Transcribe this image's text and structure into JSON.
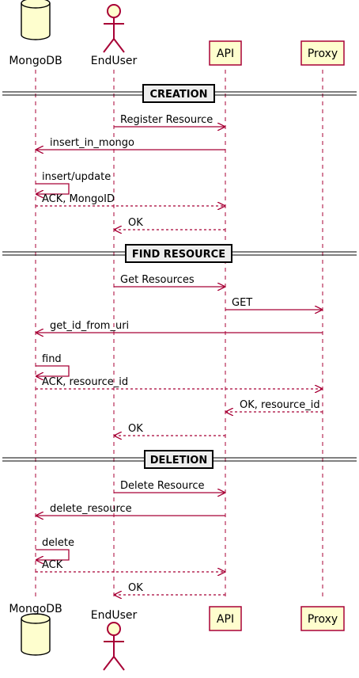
{
  "colors": {
    "arrow": "#A80036",
    "lifeline": "#A80036",
    "participant_fill": "#FEFECE",
    "participant_border": "#A80036",
    "divider_fill": "#EEEEEE",
    "divider_border": "#000000",
    "text": "#000000"
  },
  "participants": [
    {
      "id": "mongo",
      "label": "MongoDB",
      "kind": "database"
    },
    {
      "id": "user",
      "label": "EndUser",
      "kind": "actor"
    },
    {
      "id": "api",
      "label": "API",
      "kind": "box"
    },
    {
      "id": "proxy",
      "label": "Proxy",
      "kind": "box"
    }
  ],
  "sections": [
    {
      "title": "CREATION",
      "messages": [
        {
          "from": "user",
          "to": "api",
          "label": "Register Resource",
          "style": "solid"
        },
        {
          "from": "api",
          "to": "mongo",
          "label": "insert_in_mongo",
          "style": "solid"
        },
        {
          "from": "mongo",
          "to": "mongo",
          "label": "insert/update",
          "style": "solid"
        },
        {
          "from": "mongo",
          "to": "api",
          "label": "ACK, MongoID",
          "style": "dashed"
        },
        {
          "from": "api",
          "to": "user",
          "label": "OK",
          "style": "dashed"
        }
      ]
    },
    {
      "title": "FIND RESOURCE",
      "messages": [
        {
          "from": "user",
          "to": "api",
          "label": "Get Resources",
          "style": "solid"
        },
        {
          "from": "api",
          "to": "proxy",
          "label": "GET",
          "style": "solid"
        },
        {
          "from": "proxy",
          "to": "mongo",
          "label": "get_id_from_uri",
          "style": "solid"
        },
        {
          "from": "mongo",
          "to": "mongo",
          "label": "find",
          "style": "solid"
        },
        {
          "from": "mongo",
          "to": "proxy",
          "label": "ACK, resource_id",
          "style": "dashed"
        },
        {
          "from": "proxy",
          "to": "api",
          "label": "OK, resource_id",
          "style": "dashed"
        },
        {
          "from": "api",
          "to": "user",
          "label": "OK",
          "style": "dashed"
        }
      ]
    },
    {
      "title": "DELETION",
      "messages": [
        {
          "from": "user",
          "to": "api",
          "label": "Delete Resource",
          "style": "solid"
        },
        {
          "from": "api",
          "to": "mongo",
          "label": "delete_resource",
          "style": "solid"
        },
        {
          "from": "mongo",
          "to": "mongo",
          "label": "delete",
          "style": "solid"
        },
        {
          "from": "mongo",
          "to": "api",
          "label": "ACK",
          "style": "dashed"
        },
        {
          "from": "api",
          "to": "user",
          "label": "OK",
          "style": "dashed"
        }
      ]
    }
  ]
}
